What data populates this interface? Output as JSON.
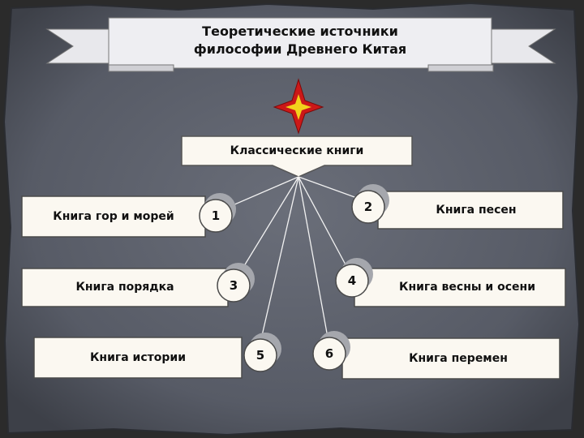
{
  "title": {
    "line1": "Теоретические источники",
    "line2": "философии Древнего Китая"
  },
  "center_node": "Классические книги",
  "books": [
    {
      "number": "1",
      "label": "Книга гор и морей"
    },
    {
      "number": "2",
      "label": "Книга песен"
    },
    {
      "number": "3",
      "label": "Книга порядка"
    },
    {
      "number": "4",
      "label": "Книга весны и осени"
    },
    {
      "number": "5",
      "label": "Книга истории"
    },
    {
      "number": "6",
      "label": "Книга перемен"
    }
  ],
  "colors": {
    "paper": "#5a5e69",
    "paper_edge": "#3c3f47",
    "box_fill": "#fbf8f1",
    "box_border": "#4a4a4a",
    "ribbon": "#e8e8ec",
    "star_red": "#cc1818",
    "star_yellow": "#f2d21c",
    "line": "#f2f2f2"
  }
}
